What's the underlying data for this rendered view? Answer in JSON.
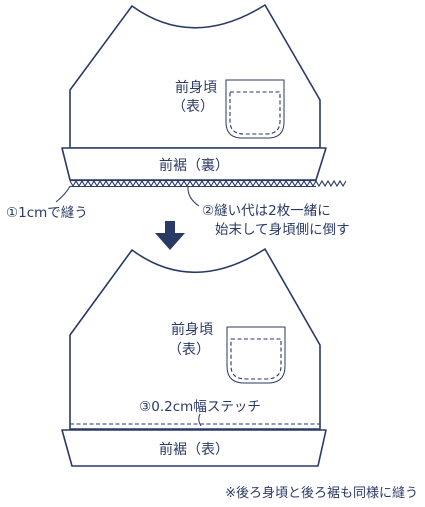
{
  "step1": {
    "bodice_label_line1": "前身頃",
    "bodice_label_line2": "（表）",
    "hem_label": "前裾（裏）",
    "sew_note": "①1cmで縫う",
    "seam_note_line1": "②縫い代は2枚一緒に",
    "seam_note_line2": "始末して身頃側に倒す"
  },
  "step2": {
    "bodice_label_line1": "前身頃",
    "bodice_label_line2": "（表）",
    "stitch_note": "③0.2cm幅ステッチ",
    "hem_label": "前裾（表）"
  },
  "footer_note": "※後ろ身頃と後ろ裾も同様に縫う",
  "colors": {
    "line": "#2a3a66",
    "arrow": "#2a3a66"
  },
  "icons": {
    "step_arrow": "down-arrow-icon"
  }
}
